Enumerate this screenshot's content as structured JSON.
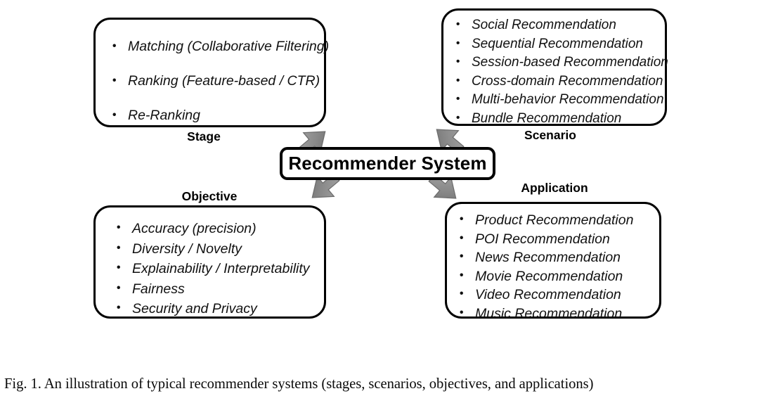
{
  "figure": {
    "center_node": {
      "label": "Recommender System"
    },
    "caption": "Fig. 1.  An illustration of typical recommender systems (stages, scenarios, objectives, and applications)",
    "colors": {
      "border": "#000000",
      "arrow_fill": "#808080",
      "arrow_shade": "#9a9a9a",
      "background": "#ffffff",
      "text": "#111111"
    },
    "quadrants": [
      {
        "key": "stage",
        "label": "Stage",
        "label_position": "below",
        "items": [
          "Matching (Collaborative Filtering)",
          "Ranking (Feature-based / CTR)",
          "Re-Ranking"
        ]
      },
      {
        "key": "scenario",
        "label": "Scenario",
        "label_position": "below",
        "items": [
          "Social Recommendation",
          "Sequential Recommendation",
          "Session-based Recommendation",
          "Cross-domain Recommendation",
          "Multi-behavior Recommendation",
          "Bundle Recommendation"
        ]
      },
      {
        "key": "objective",
        "label": "Objective",
        "label_position": "above",
        "items": [
          "Accuracy (precision)",
          "Diversity / Novelty",
          "Explainability / Interpretability",
          "Fairness",
          "Security and Privacy"
        ]
      },
      {
        "key": "application",
        "label": "Application",
        "label_position": "above",
        "items": [
          "Product Recommendation",
          "POI Recommendation",
          "News Recommendation",
          "Movie Recommendation",
          "Video Recommendation",
          "Music Recommendation"
        ]
      }
    ],
    "arrows": [
      {
        "name": "arrow-center-to-stage",
        "direction": "up-left"
      },
      {
        "name": "arrow-center-to-scenario",
        "direction": "up-right"
      },
      {
        "name": "arrow-center-to-objective",
        "direction": "down-left"
      },
      {
        "name": "arrow-center-to-application",
        "direction": "down-right"
      }
    ]
  }
}
